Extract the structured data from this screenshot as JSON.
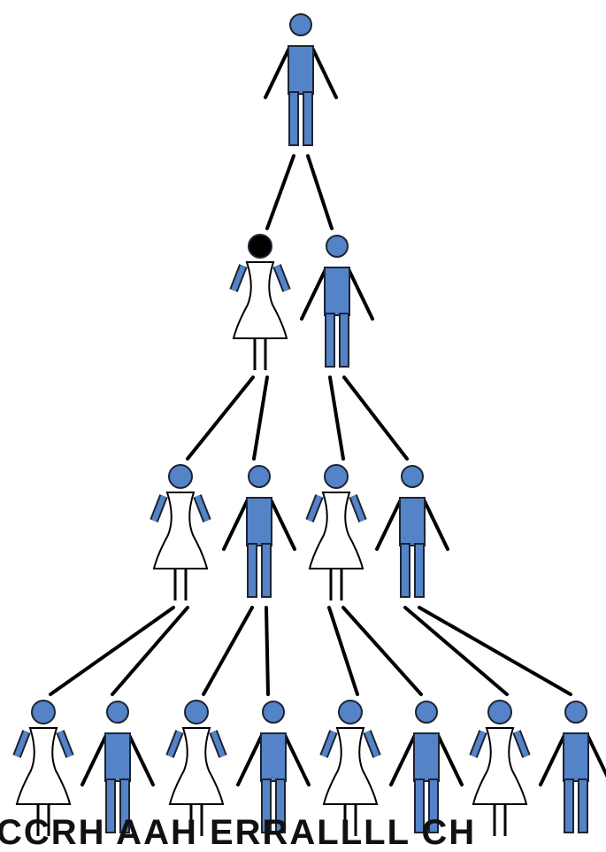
{
  "diagram": {
    "colors": {
      "fill": "#5583c7",
      "stroke": "#1c2434",
      "line": "#000000",
      "dress": "#ffffff",
      "marked_head": "#000000"
    },
    "generations": [
      {
        "level": 0,
        "members": [
          {
            "sex": "male"
          }
        ]
      },
      {
        "level": 1,
        "members": [
          {
            "sex": "female",
            "marked": true
          },
          {
            "sex": "male"
          }
        ]
      },
      {
        "level": 2,
        "members": [
          {
            "sex": "female"
          },
          {
            "sex": "male"
          },
          {
            "sex": "female"
          },
          {
            "sex": "male"
          }
        ]
      },
      {
        "level": 3,
        "members": [
          {
            "sex": "female"
          },
          {
            "sex": "male"
          },
          {
            "sex": "female"
          },
          {
            "sex": "male"
          },
          {
            "sex": "female"
          },
          {
            "sex": "male"
          },
          {
            "sex": "female"
          },
          {
            "sex": "male"
          }
        ]
      }
    ],
    "bottom_text": "CCRH AAH ERRALLLL CH"
  }
}
